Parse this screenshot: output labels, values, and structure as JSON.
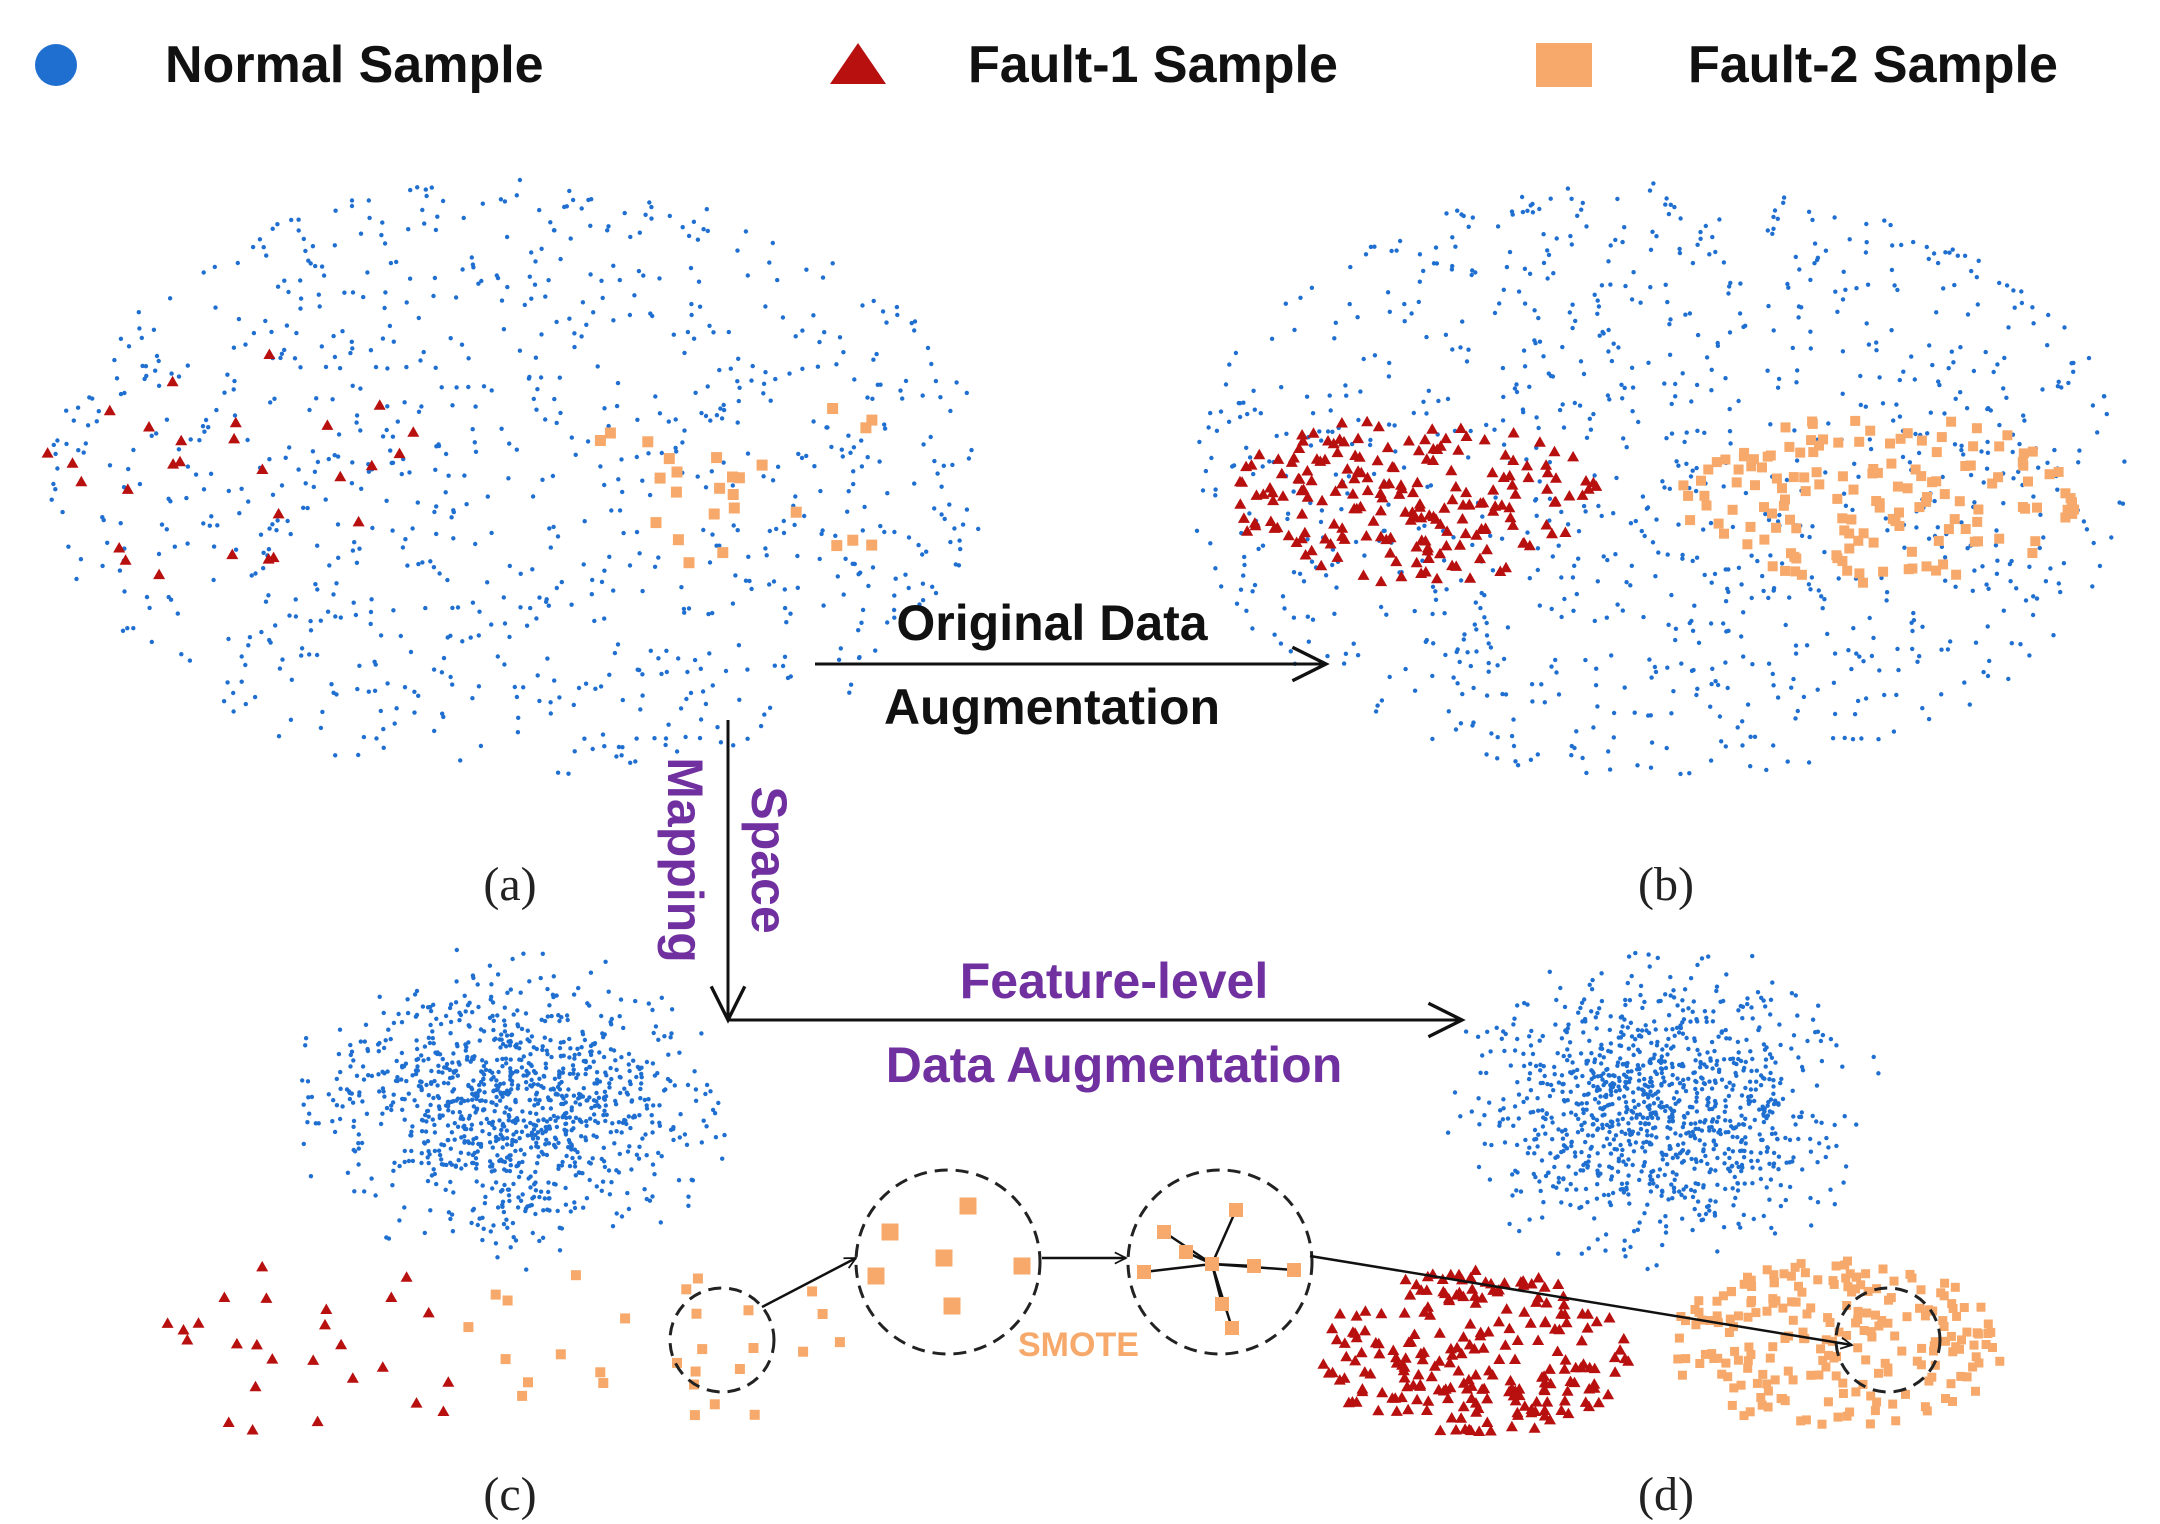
{
  "legend": {
    "normal": "Normal Sample",
    "fault1": "Fault-1 Sample",
    "fault2": "Fault-2 Sample"
  },
  "arrows": {
    "original_line1": "Original Data",
    "original_line2": "Augmentation",
    "space_line1": "Space",
    "space_line2": "Mapping",
    "feature_line1": "Feature-level",
    "feature_line2": "Data Augmentation"
  },
  "panels": {
    "a": "(a)",
    "b": "(b)",
    "c": "(c)",
    "d": "(d)"
  },
  "smote_label": "SMOTE",
  "colors": {
    "normal": "#1f6fd1",
    "fault1": "#b80f0f",
    "fault2": "#f6a96a",
    "purple": "#7030a0",
    "arrow": "#111111"
  },
  "icons": {
    "normal": "circle-marker",
    "fault1": "triangle-marker",
    "fault2": "square-marker"
  }
}
